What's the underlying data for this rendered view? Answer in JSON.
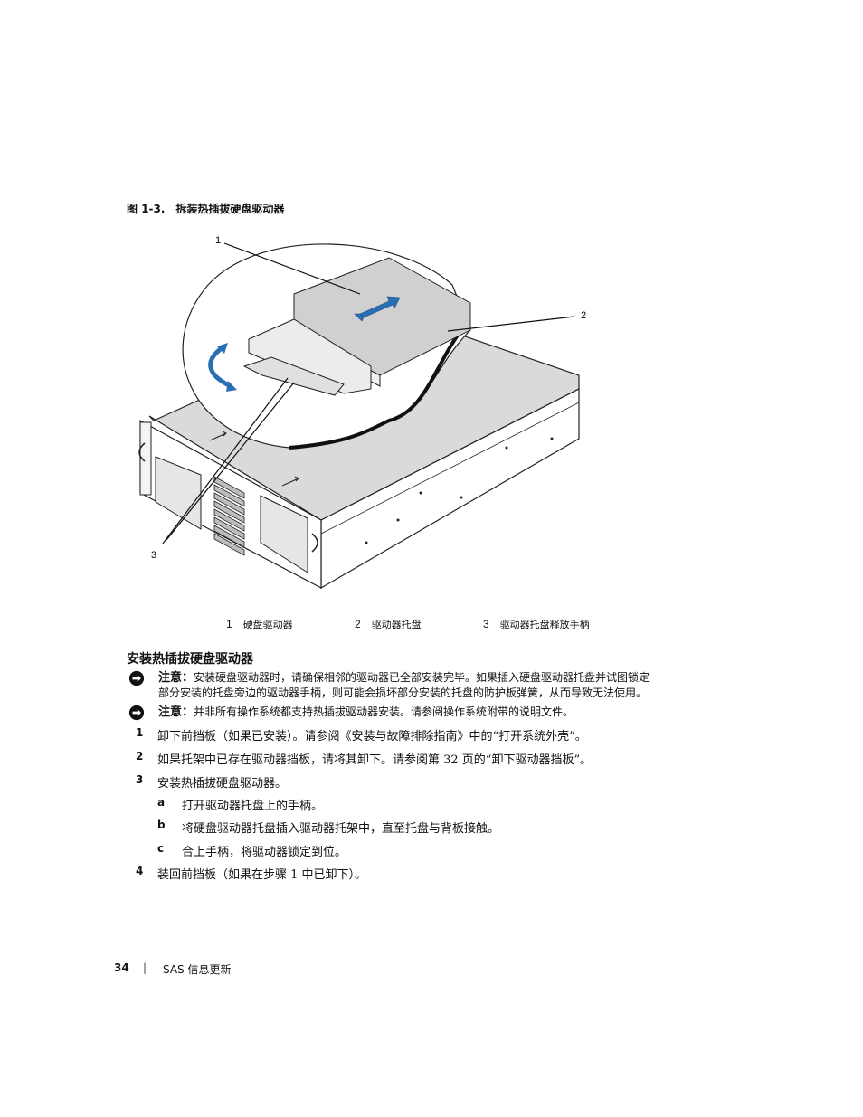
{
  "figure": {
    "label": "图 1-3.",
    "title": "拆装热插拔硬盘驱动器",
    "callouts": [
      "1",
      "2",
      "3"
    ],
    "legend": [
      {
        "num": "1",
        "text": "硬盘驱动器"
      },
      {
        "num": "2",
        "text": "驱动器托盘"
      },
      {
        "num": "3",
        "text": "驱动器托盘释放手柄"
      }
    ]
  },
  "section": {
    "title": "安装热插拔硬盘驱动器"
  },
  "notices": [
    {
      "label": "注意：",
      "text": "安装硬盘驱动器时，请确保相邻的驱动器已全部安装完毕。如果插入硬盘驱动器托盘并试图锁定部分安装的托盘旁边的驱动器手柄，则可能会损坏部分安装的托盘的防护板弹簧，从而导致无法使用。",
      "line1": "安装硬盘驱动器时，请确保相邻的驱动器已全部安装完毕。如果插入硬盘驱动器托盘并试图锁定",
      "line2": "部分安装的托盘旁边的驱动器手柄，则可能会损坏部分安装的托盘的防护板弹簧，从而导致无法使用。"
    },
    {
      "label": "注意：",
      "text": "并非所有操作系统都支持热插拔驱动器安装。请参阅操作系统附带的说明文件。"
    }
  ],
  "steps": [
    {
      "num": "1",
      "text": "卸下前挡板（如果已安装）。请参阅《安装与故障排除指南》中的“打开系统外壳”。"
    },
    {
      "num": "2",
      "text": "如果托架中已存在驱动器挡板，请将其卸下。请参阅第 32 页的“卸下驱动器挡板”。"
    },
    {
      "num": "3",
      "text": "安装热插拔硬盘驱动器。"
    },
    {
      "num": "a",
      "text": "打开驱动器托盘上的手柄。"
    },
    {
      "num": "b",
      "text": "将硬盘驱动器托盘插入驱动器托架中，直至托盘与背板接触。"
    },
    {
      "num": "c",
      "text": "合上手柄，将驱动器锁定到位。"
    },
    {
      "num": "4",
      "text": "装回前挡板（如果在步骤 1 中已卸下）。"
    }
  ],
  "footer": {
    "page": "34",
    "separator": "|",
    "title": "SAS 信息更新"
  },
  "colors": {
    "arrow": "#2a6fb3",
    "text": "#111111"
  }
}
